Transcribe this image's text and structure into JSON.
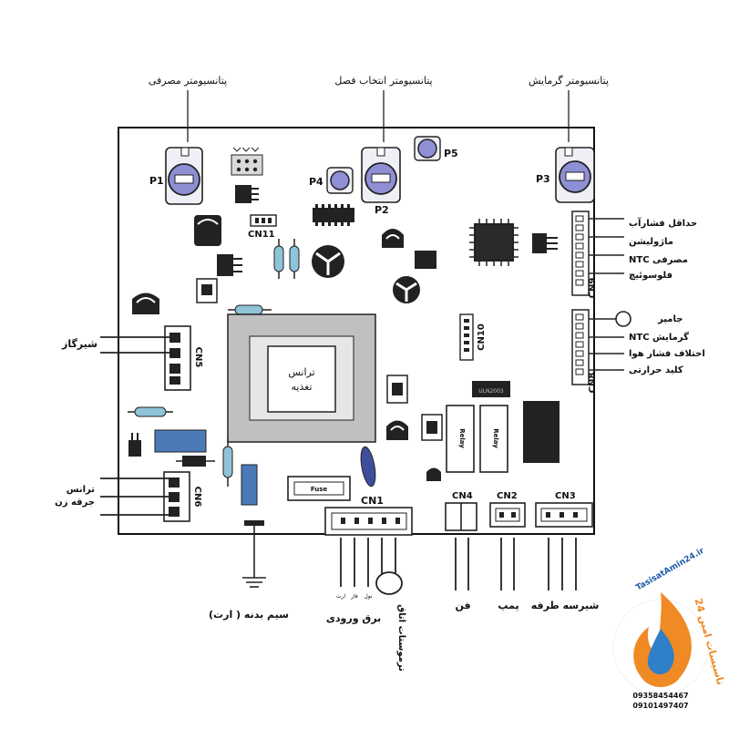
{
  "top_labels": {
    "pot_consumption": "پتانسیومتر مصرفی",
    "pot_season": "پتانسیومتر انتخاب فصل",
    "pot_heating": "پتانسیومتر گرمایش"
  },
  "parts": {
    "p1": "P1",
    "p2": "P2",
    "p3": "P3",
    "p4": "P4",
    "p5": "P5",
    "cn1": "CN1",
    "cn2": "CN2",
    "cn3": "CN3",
    "cn4": "CN4",
    "cn5": "CN5",
    "cn6": "CN6",
    "cn8": "CN8",
    "cn9": "CN9",
    "cn10": "CN10",
    "cn11": "CN11",
    "transformer_line1": "ترانس",
    "transformer_line2": "تغذیه",
    "relay1": "Relay",
    "relay2": "Relay",
    "fuse": "Fuse",
    "ic_chip": "ULN2003"
  },
  "right_labels_cn9": [
    "حداقل فشارآب",
    "ماژولیشن",
    "NTC مصرفی",
    "فلوسوئیچ"
  ],
  "right_labels_cn8": [
    "جامپر",
    "NTC گرمایش",
    "اختلاف فشار هوا",
    "کلید حرارتی"
  ],
  "left_labels": {
    "gas_valve": "شیرگاز",
    "ignition_line1": "ترانس",
    "ignition_line2": "جرقه زن"
  },
  "bottom_labels": {
    "earth": "سیم بدنه ( ارت)",
    "power_input": "برق ورودی",
    "room_thermostat": "ترموستات اتاق",
    "fan": "فن",
    "pump": "پمپ",
    "three_way_valve": "شیرسه طرفه"
  },
  "power_pins": [
    "ارت",
    "فاز",
    "نول"
  ],
  "watermark": {
    "site": "TasisatAmin24.ir",
    "brand": "تاسیسات امین 24",
    "phone1": "09358454467",
    "phone2": "09101497407"
  }
}
